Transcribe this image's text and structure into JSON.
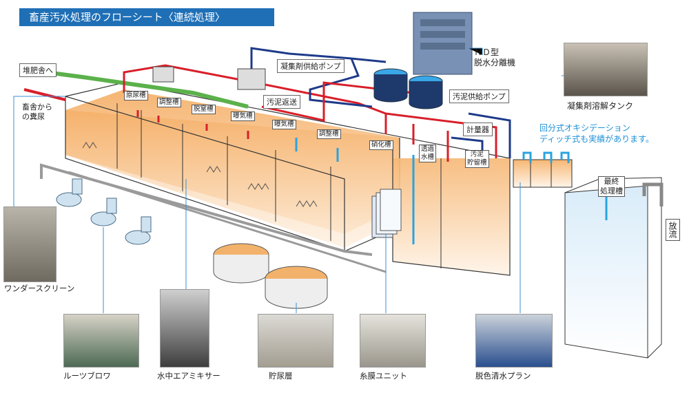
{
  "title": "畜産汚水処理のフローシート〈連続処理〉",
  "inflow": {
    "label_line1": "畜舎から",
    "label_line2": "の糞尿"
  },
  "to_compost": "堆肥舎へ",
  "sludge_return": "汚泥返送",
  "flocculant_pump": "凝集剤供給ポンプ",
  "sludge_pump": "汚泥供給ポンプ",
  "dehydrator": {
    "line1": "ＮＤ型",
    "line2": "脱水分離機"
  },
  "flocculant_tank": "凝集剤溶解タンク",
  "meter": "計量器",
  "note": {
    "line1": "回分式オキシデーション",
    "line2": "ディッチ式も実績があります。"
  },
  "tanks": {
    "raw_urine": "原尿槽",
    "adjust1": "調整槽",
    "denitrification": "脱窒槽",
    "aeration1": "曝気槽",
    "aeration2": "曝気槽",
    "adjust2": "調整槽",
    "nitrification": "硝化槽",
    "permeate_line1": "透過",
    "permeate_line2": "水槽",
    "sludge_line1": "汚泥",
    "sludge_line2": "貯留槽",
    "final_line1": "最終",
    "final_line2": "処理槽"
  },
  "discharge": "放流",
  "captions": {
    "wonder_screen": "ワンダースクリーン",
    "roots_blower": "ルーツブロワ",
    "mixer": "水中エアミキサー",
    "urine_storage": "貯尿層",
    "membrane": "糸膜ユニット",
    "decolor": "脱色清水プラン"
  },
  "colors": {
    "title_bg": "#1f6fb6",
    "pipe_red": "#d81f2a",
    "pipe_blue": "#1e3a8a",
    "pipe_lightblue": "#29a3e0",
    "pipe_green": "#5bb14a",
    "pipe_gray": "#9a9a9a",
    "liquid": "#f2b26b",
    "note_text": "#1c8fd6"
  }
}
